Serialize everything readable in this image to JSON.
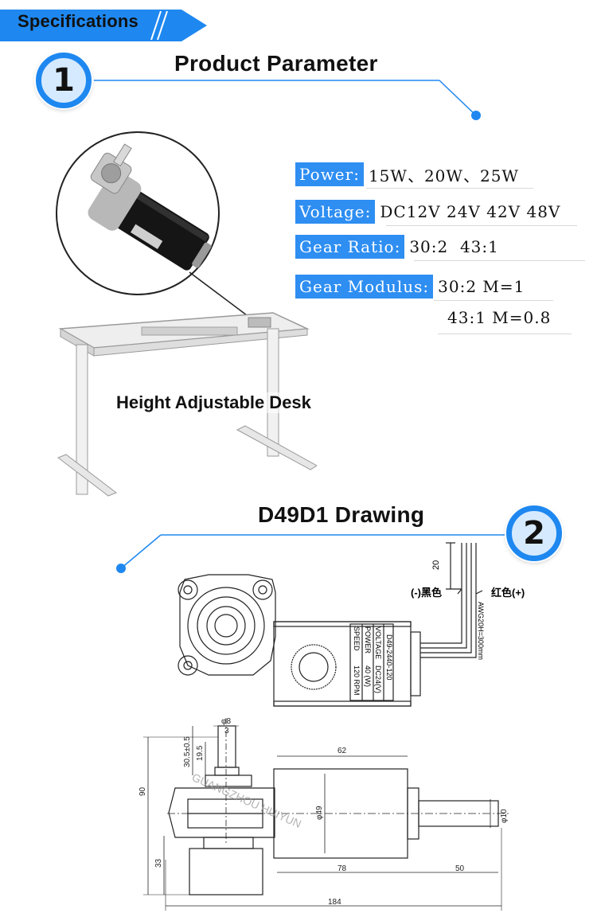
{
  "banner": {
    "label": "Specifications"
  },
  "section1": {
    "number": "1",
    "title": "Product Parameter"
  },
  "params": [
    {
      "label": "Power:",
      "value": "15W、20W、25W"
    },
    {
      "label": "Voltage:",
      "value": "DC12V 24V 42V 48V"
    },
    {
      "label": "Gear Ratio:",
      "value": "30:2  43:1"
    },
    {
      "label": "Gear Modulus:",
      "value": "30:2 M=1"
    },
    {
      "label": "",
      "value": "43:1 M=0.8"
    }
  ],
  "desk": {
    "label": "Height Adjustable Desk"
  },
  "section2": {
    "number": "2",
    "title": "D49D1 Drawing"
  },
  "drawing": {
    "wire_length": "20",
    "neg_wire": "(-)黑色",
    "pos_wire": "红色(+)",
    "wire_spec": "AWG20H=300mm",
    "nameplate": {
      "model": "D49-2440-120",
      "rows": [
        {
          "label": "VOLTAGE",
          "value": "DC24(V)"
        },
        {
          "label": "POWER",
          "value": "40  (W)"
        },
        {
          "label": "SPEED",
          "value": "120  RPM"
        }
      ]
    },
    "dims": {
      "shaft_dia": "φ8",
      "key": "3",
      "shaft_len": "30.5±0.5",
      "flat_len": "19.5",
      "height": "90",
      "body_len": "62",
      "body_dia": "φ49",
      "out_shaft_dia": "φ10",
      "bottom": "33",
      "motor_len": "78",
      "out_shaft_len": "50",
      "total_len": "184"
    },
    "watermark": "GUANGZHOU HUIYUN"
  },
  "colors": {
    "accent": "#1e88f0",
    "label_bg": "#2e8ef2",
    "circle_fill": "#d6eaff"
  }
}
